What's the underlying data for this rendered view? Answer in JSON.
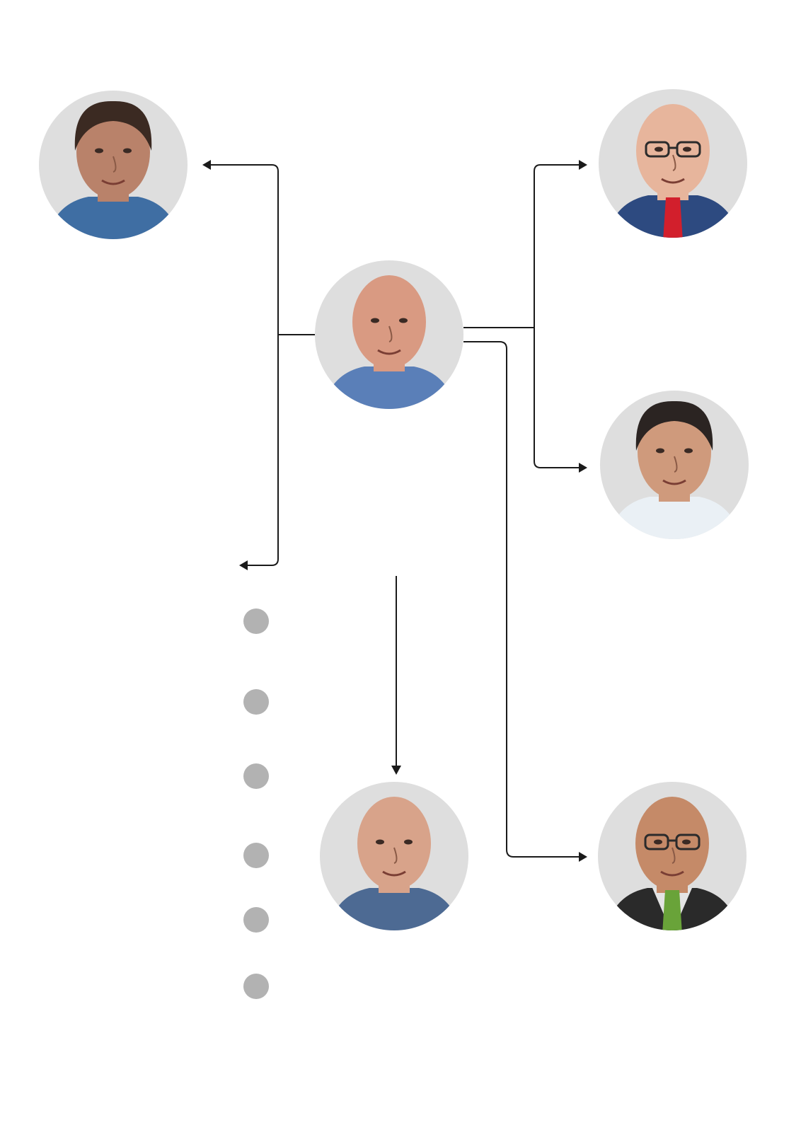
{
  "diagram": {
    "nodes": [
      {
        "id": "center",
        "kind": "person",
        "icon": "person-photo-icon",
        "palette": {
          "skin": "#d99a82",
          "shirt": "#5a7fb8",
          "hair": "none"
        }
      },
      {
        "id": "top-left",
        "kind": "person",
        "icon": "person-photo-icon",
        "palette": {
          "skin": "#b9826a",
          "shirt": "#3f6ea3",
          "hair": "#3b2a22"
        }
      },
      {
        "id": "top-right",
        "kind": "person",
        "icon": "person-photo-icon",
        "palette": {
          "skin": "#e7b59c",
          "shirt": "#2d4a80",
          "hair": "none",
          "glasses": true,
          "tie": "#d21f2c"
        }
      },
      {
        "id": "mid-right",
        "kind": "person",
        "icon": "person-photo-icon",
        "palette": {
          "skin": "#cf9a7c",
          "shirt": "#eaf0f5",
          "hair": "#2b2422"
        }
      },
      {
        "id": "bottom-middle",
        "kind": "person",
        "icon": "person-photo-icon",
        "palette": {
          "skin": "#d8a38a",
          "shirt": "#4d6a93",
          "hair": "none"
        }
      },
      {
        "id": "bottom-right",
        "kind": "person",
        "icon": "person-photo-icon",
        "palette": {
          "skin": "#c58a68",
          "shirt": "#e4e4e4",
          "hair": "none",
          "glasses": true,
          "tie": "#69a339",
          "jacket": "#2a2a2a"
        }
      }
    ],
    "bullet_count": 6,
    "colors": {
      "line": "#1a1a1a",
      "avatar_background": "#dedede",
      "bullet": "#b2b2b2",
      "page": "#ffffff"
    }
  }
}
